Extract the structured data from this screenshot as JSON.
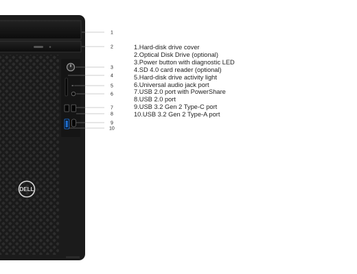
{
  "brand": {
    "logo_text": "DELL",
    "logo_color": "#d8d8d8"
  },
  "colors": {
    "chassis": "#1b1b1b",
    "bay": "#0f0f0f",
    "leader_line": "#999999",
    "usb_c_accent": "#1f6fd1",
    "text": "#222222"
  },
  "callouts": [
    {
      "number": "1",
      "label": "1.Hard-disk drive cover"
    },
    {
      "number": "2",
      "label": "2.Optical Disk Drive (optional)"
    },
    {
      "number": "3",
      "label": "3.Power button with diagnostic LED"
    },
    {
      "number": "4",
      "label": "4.SD 4.0 card reader (optional)"
    },
    {
      "number": "5",
      "label": "5.Hard-disk drive activity light"
    },
    {
      "number": "6",
      "label": "6.Universal audio jack port"
    },
    {
      "number": "7",
      "label": "7.USB 2.0 port with PowerShare"
    },
    {
      "number": "8",
      "label": "8.USB 2.0 port"
    },
    {
      "number": "9",
      "label": "9.USB 3.2 Gen 2 Type-C port"
    },
    {
      "number": "10",
      "label": "10.USB 3.2 Gen 2 Type-A port"
    }
  ]
}
